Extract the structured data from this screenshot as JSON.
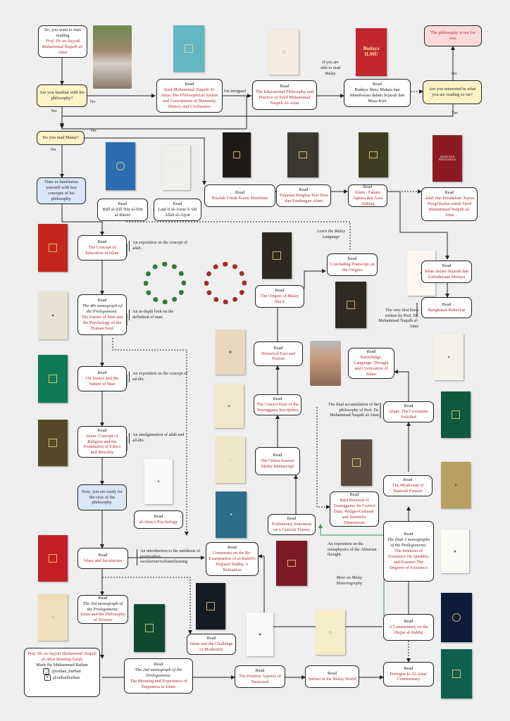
{
  "intro": {
    "text": "So, you want to start reading",
    "author": "Prof. Dr. as-Sayyid Muhammad Naquib al-Attas"
  },
  "q_familiar": "Are you familiar with his philosophy?",
  "q_malay": "Do you read Malay?",
  "q_interested": "Are you interested in what you are reading so far?",
  "not_for_you": "The philosophy is not for you.",
  "time_familiarise": "Time to familiarise yourself with key concepts of his philosophy.",
  "ready_crux": "Now, you are ready for the crux of the philosophy.",
  "answers": {
    "yes": "Yes",
    "no": "No"
  },
  "read_word": "Read",
  "labels": {
    "intrigued": "I'm intrigued",
    "if_malay": "If you are able to read Malay",
    "learn_malay": "Learn the Malay Language",
    "more_malay": "More on Malay Historiography"
  },
  "books": {
    "syed_wan": "Syed Muhammad Naquib Al-Attas: His Philosophical System and Conceptions of Humanity, History and Civilization",
    "edu_phil": "The Educational Philosophy and Practice of Syed Muhammad Naquib Al-Attas",
    "budaya": "Budaya Ilmu: Makna dan Manifestasi dalam Sejarah dan Masa Kini",
    "zill": "Ḥāll al-Ẓill Nūr al-Dīn al-Rānīrī",
    "latif": "Laṭāʾif al-Asrār li Ahl Allāh al-Aṭyār",
    "risalah": "Risalah Untuk Kaum Muslimin",
    "tinjauan": "Tinjauan Ringkas Peri Ilmu dan Pandangan Alam",
    "islam_faham": "Islam : Faham Agama dan Asas Akhlaq",
    "adab_peradaban": "Adab dan Peradaban: Karya Pengi'tirafan untuk Syed Muhammad Naquib al-Attas",
    "concept_edu": "The Concept of Education in Islam",
    "nature_man": "The Nature of Man and the Psychology of the Human Soul",
    "nature_man_pre": "The 4th monograph of the Prolegomena:",
    "justice": "On Justice and the Nature of Man",
    "islam_concept": "Islam: Concept of Religion and the Foundation of Ethics and Morality",
    "concluding": "Concluding Postscript on the Origins",
    "origins_malay": "The Origins of Malay Sha'ir",
    "islam_sejarah": "Islam dalam Sejarah dan Kebudayaan Melayu",
    "rangkaian": "Rangkaian Ruba'iyat",
    "historical": "Historical Fact and Fiction",
    "knowledge": "Knowledge, Language, Thought and Civilization of Islam",
    "correct_date": "The Correct Date of the Terengganu Inscription",
    "covenants": "Islam: The Covenants Fulfilled",
    "oldest": "The Oldest Known Malay Manuscript",
    "psychology": "al-Attas's Psychology",
    "batu": "Batu Bersurat of Terengganu: Its Correct Date, Religio-Cultural, and Scientific Dimensions",
    "mysticism": "The Mysticism of Hamzah Fansuri",
    "preliminary": "Preliminary Statement on a General Theory",
    "secularism": "Islam and Secularism",
    "comments": "Comments on the Re-Examination of al-Raniri's Hujjatul Siddiq: A Refutation",
    "final3": "The Intuition of Existence On Quiddity and Essence The Degrees of Existence",
    "final3_pre": "The final 3 monographs of the Prolegomena:",
    "philosophy_science": "Islam and the Philosophy of Science",
    "philosophy_science_pre": "The 3rd monograph of the Prolegomena:",
    "challenge": "Islam and the Challenge of Modernity",
    "commentary": "A Commentary on the Hujjat al-Siddiq",
    "meaning_happiness": "The Meaning and Experience of Happiness in Islam",
    "meaning_happiness_pre": "The 2nd monograph of the Prolegomena:",
    "positive": "The Positive Aspects of Tasawwuf",
    "sufism": "Sufism in the Malay World",
    "prologue": "Prologue to Al-Attas' Commentary"
  },
  "notes": {
    "adab": "An exposition on the concept of adab.",
    "insan": "An in-depth look on the definition of man.",
    "din": "An exposition on the concept of ad-din.",
    "amalgamation": "An amalgamation of adab and ad-din.",
    "introduction": "An introduction to the antithesis of postmodern secularism/weltanschauung",
    "first_book": "The very first book written by Prof. Dr. Muhammad Naquib al-Attas",
    "final_accum": "The final accumulation of the philosophy of Prof. Dr. Muhammad Naquib al-Attas",
    "metaphysics": "An exposition on the metaphysics of the Akbarian thought."
  },
  "credit": {
    "title": "Prof. Dr. as-Sayyid Muhammad Naquib al-Attas Reading Guide",
    "made_by": "Made By Muhammad Raihan",
    "instagram": "@raihan_burhan",
    "twitter": "@raihanburhan"
  },
  "colors": {
    "accent": "#b5292b",
    "yellow": "#fdf3c4",
    "blue": "#d9e7f7",
    "pink": "#fbd9d9",
    "arrow_green": "#2e9a4a"
  }
}
